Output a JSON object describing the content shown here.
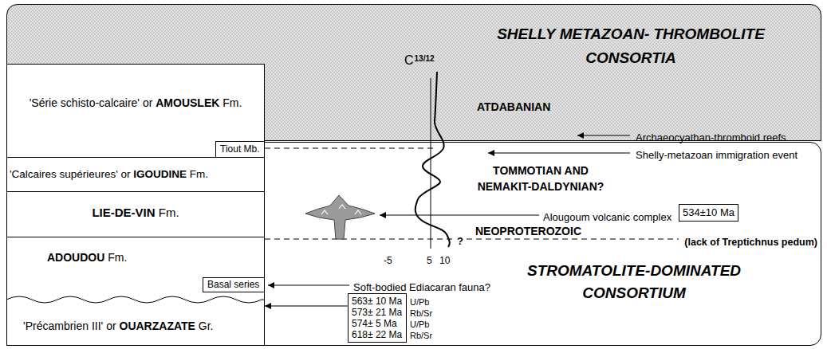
{
  "diagram": {
    "nodes": [
      {
        "text": [
          "SHELLY METAZOAN- THROMBOLITE CONSORTIA"
        ]
      },
      {
        "text": [
          "'Série schisto-calcaire' or AMOUSLEK Fm."
        ]
      },
      {
        "text": [
          "Tiout Mb."
        ],
        "in": 1
      },
      {
        "text": [
          "STROMATOLITE-DOMINATED CONSORTIUM"
        ]
      },
      {
        "text": [
          "'Calcaires supérieures' or IGOUDINE Fm."
        ],
        "in": 3
      },
      {
        "text": [
          "LIE-DE-VIN Fm."
        ],
        "in": 3
      },
      {
        "text": [
          "ADOUDOU Fm."
        ],
        "in": 3
      },
      {
        "text": [
          "Basal series"
        ],
        "in": 6
      },
      {
        "text": [
          "'Précambrien III' or OUARZAZATE Gr."
        ],
        "in": 3
      },
      {
        "text": [
          "534±10 Ma"
        ],
        "in": 3
      },
      {
        "text": [
          "563± 10 Ma",
          "573± 21 Ma",
          "574± 5 Ma",
          "618± 22 Ma"
        ],
        "in": 3
      }
    ],
    "edges": [
      {
        "from": 10,
        "to": 8,
        "arrow": "to"
      }
    ],
    "labels": [
      "C",
      "13/12",
      "ATDABANIAN",
      "Archaeocyathan-thromboid reefs",
      "Shelly-metazoan immigration event",
      "TOMMOTIAN AND NEMAKIT-DALDYNIAN?",
      "Alougoum volcanic complex",
      "-5",
      "5",
      "10",
      "?",
      "NEOPROTEROZOIC",
      "(lack of Treptichnus pedum)",
      "Soft-bodied Ediacaran fauna?",
      "U/Pb",
      "Rb/Sr",
      "U/Pb",
      "Rb/Sr"
    ]
  }
}
